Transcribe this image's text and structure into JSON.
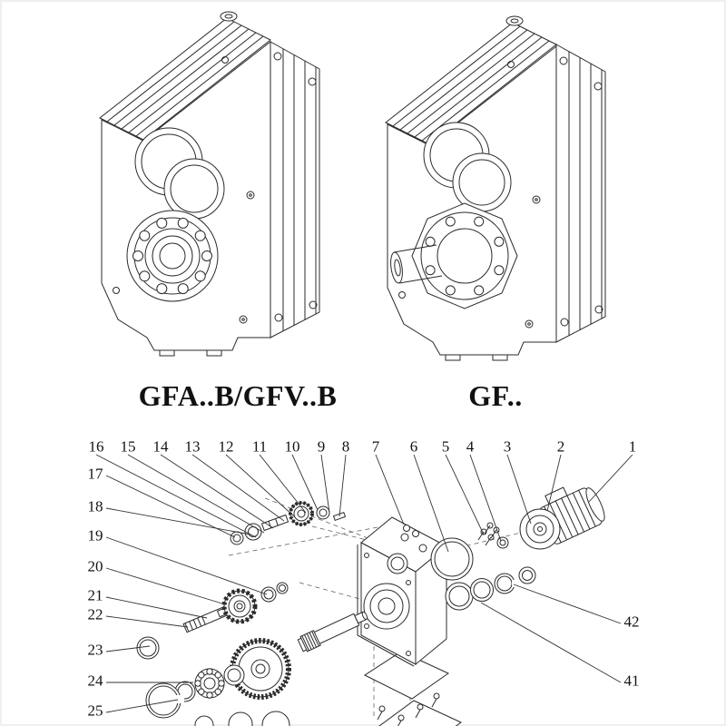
{
  "labels": {
    "left_model": "GFA..B/GFV..B",
    "right_model": "GF.."
  },
  "exploded_view": {
    "callouts_top": [
      "16",
      "15",
      "14",
      "13",
      "12",
      "11",
      "10",
      "9",
      "8",
      "7",
      "6",
      "5",
      "4",
      "3",
      "2",
      "1"
    ],
    "callouts_left": [
      "17",
      "18",
      "19",
      "20",
      "21",
      "22",
      "23",
      "24",
      "25"
    ],
    "callouts_right": [
      "42",
      "41"
    ]
  },
  "drawing": {
    "stroke_color": "#2b2b2b"
  }
}
